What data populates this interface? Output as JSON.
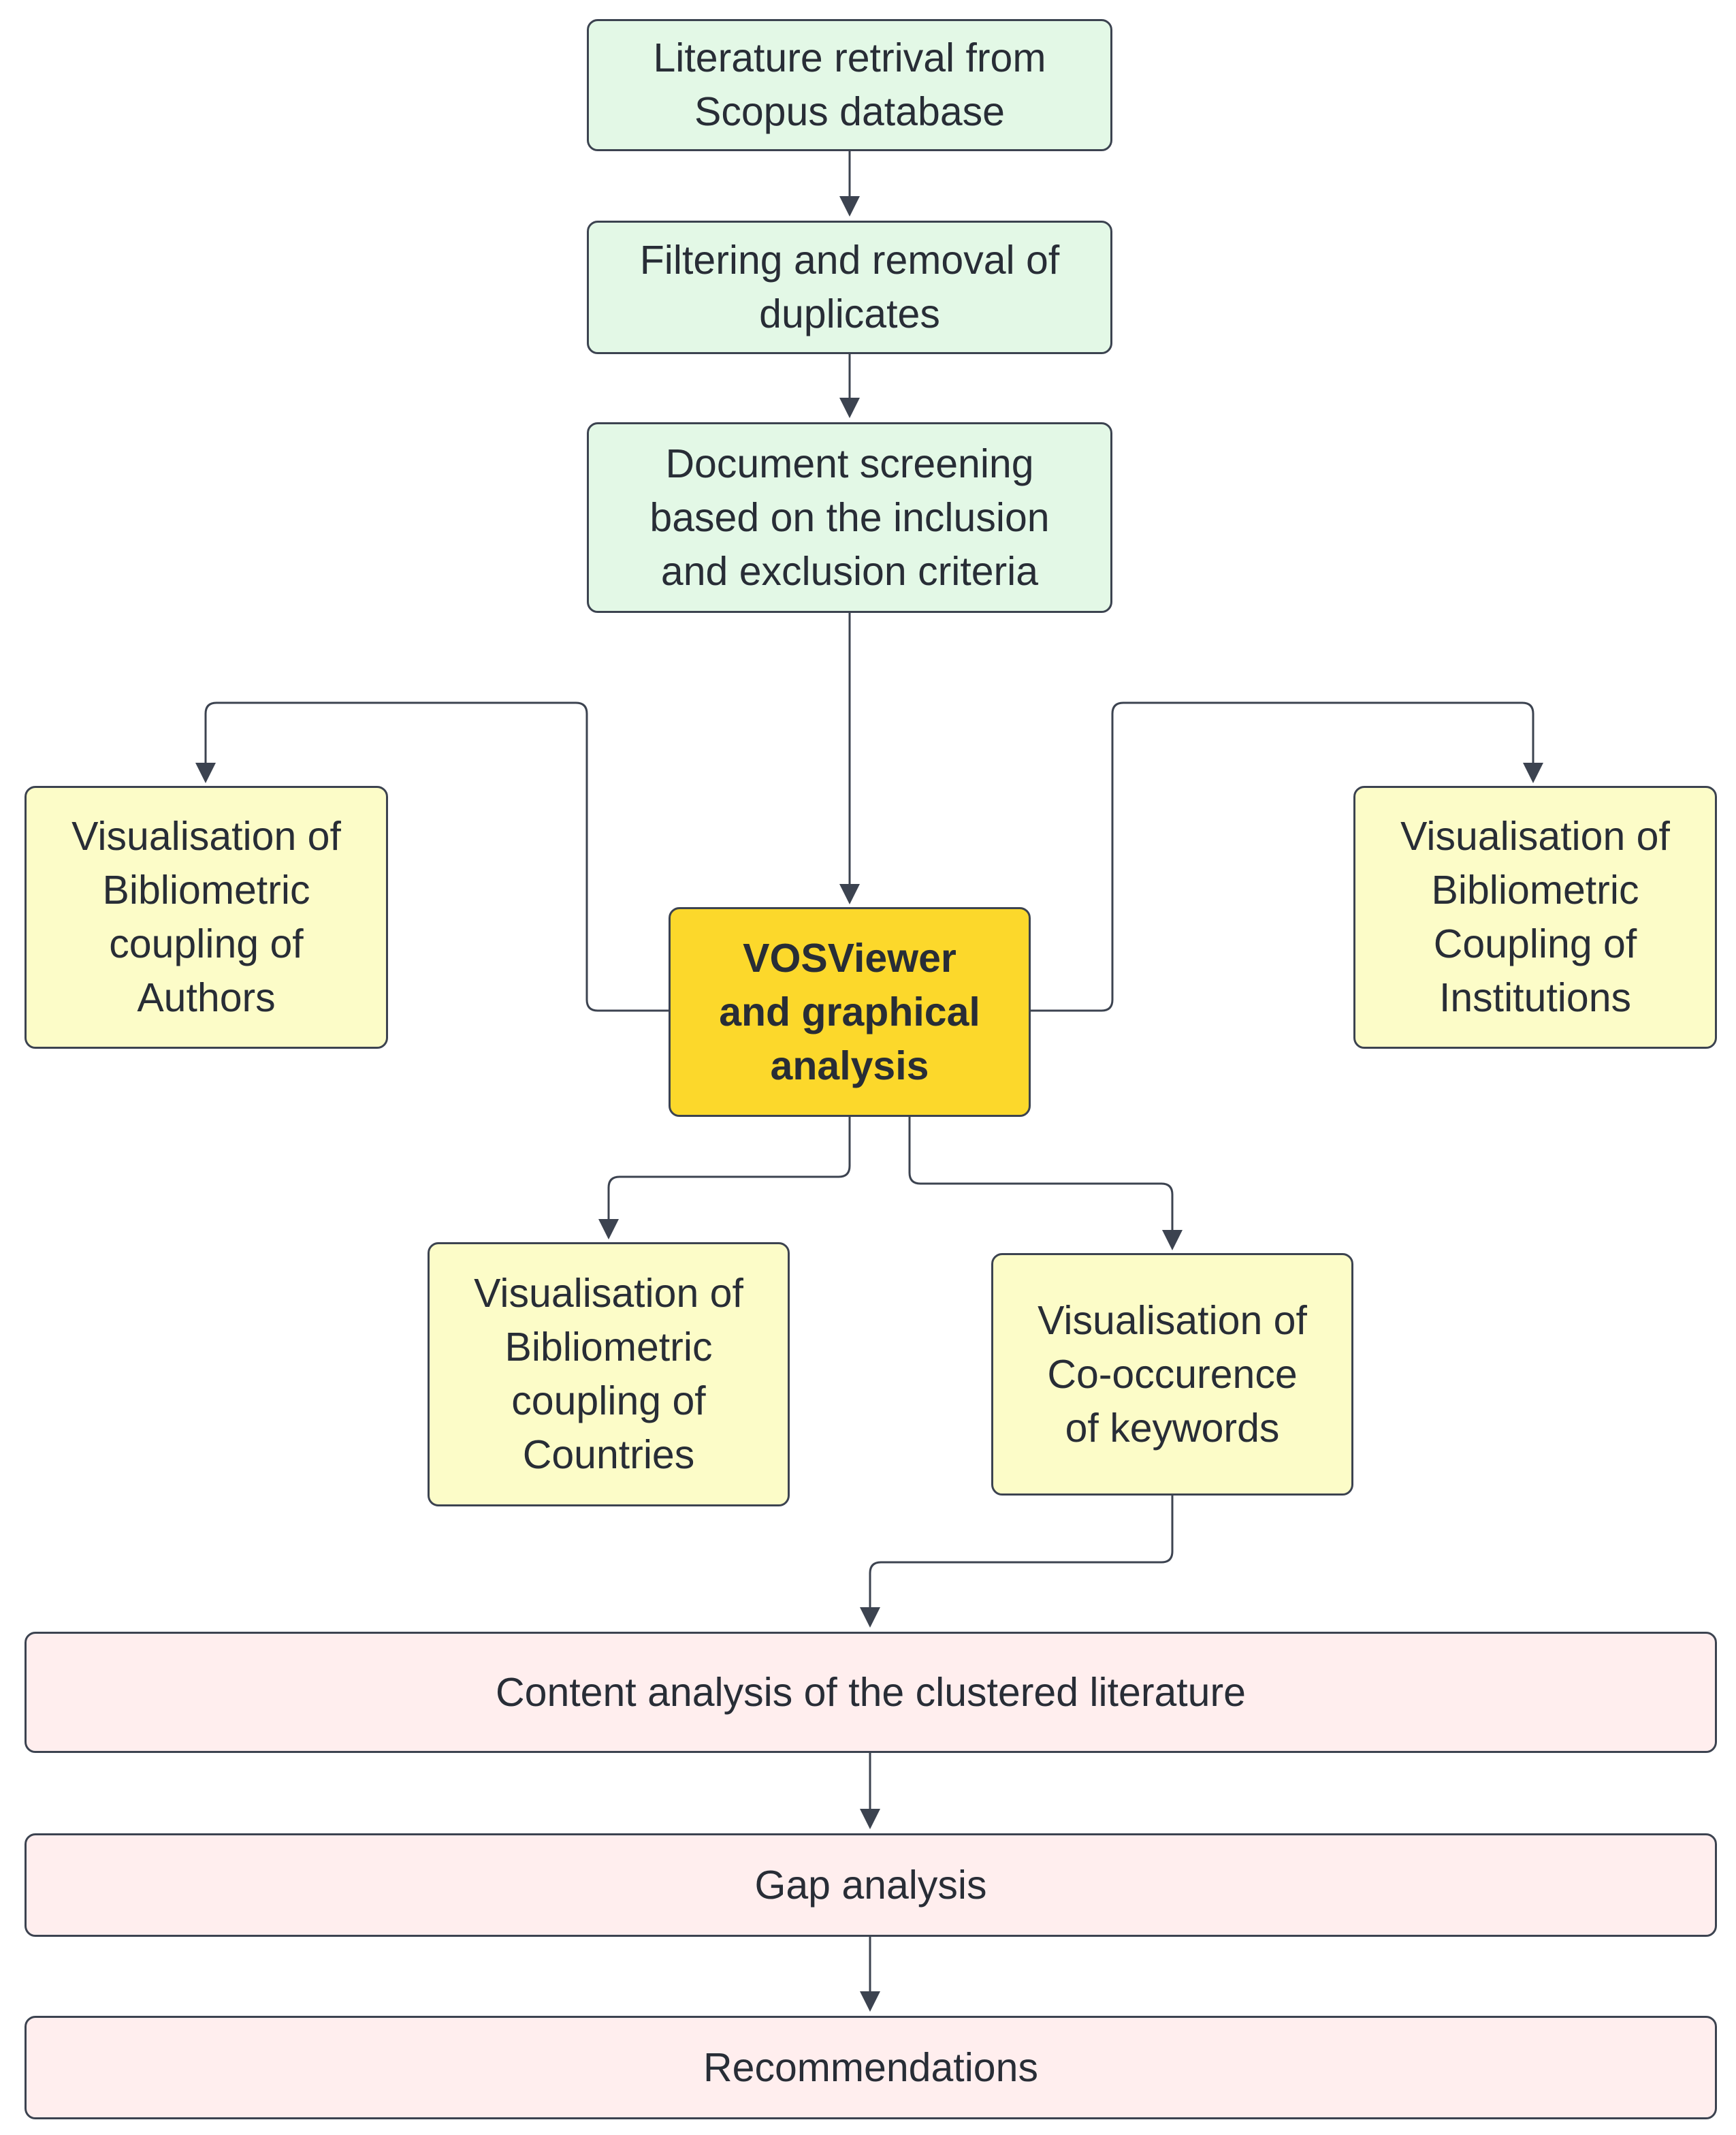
{
  "nodes": {
    "retrieval": "Literature retrival from\nScopus database",
    "filtering": "Filtering and removal of\nduplicates",
    "screening": "Document screening\nbased on the inclusion\nand exclusion criteria",
    "vosviewer": "VOSViewer\nand graphical\nanalysis",
    "authors": "Visualisation of\nBibliometric\ncoupling of\nAuthors",
    "institutions": "Visualisation of\nBibliometric\nCoupling of\nInstitutions",
    "countries": "Visualisation of\nBibliometric\ncoupling of\nCountries",
    "keywords": "Visualisation of\nCo-occurence\nof keywords",
    "content": "Content analysis of the clustered literature",
    "gap": "Gap analysis",
    "recommendations": "Recommendations"
  },
  "colors": {
    "stage1": "#e3f8e6",
    "stage2": "#fcfcc8",
    "core": "#fcd82b",
    "stage3": "#ffeeee",
    "stroke": "#3c4350"
  }
}
